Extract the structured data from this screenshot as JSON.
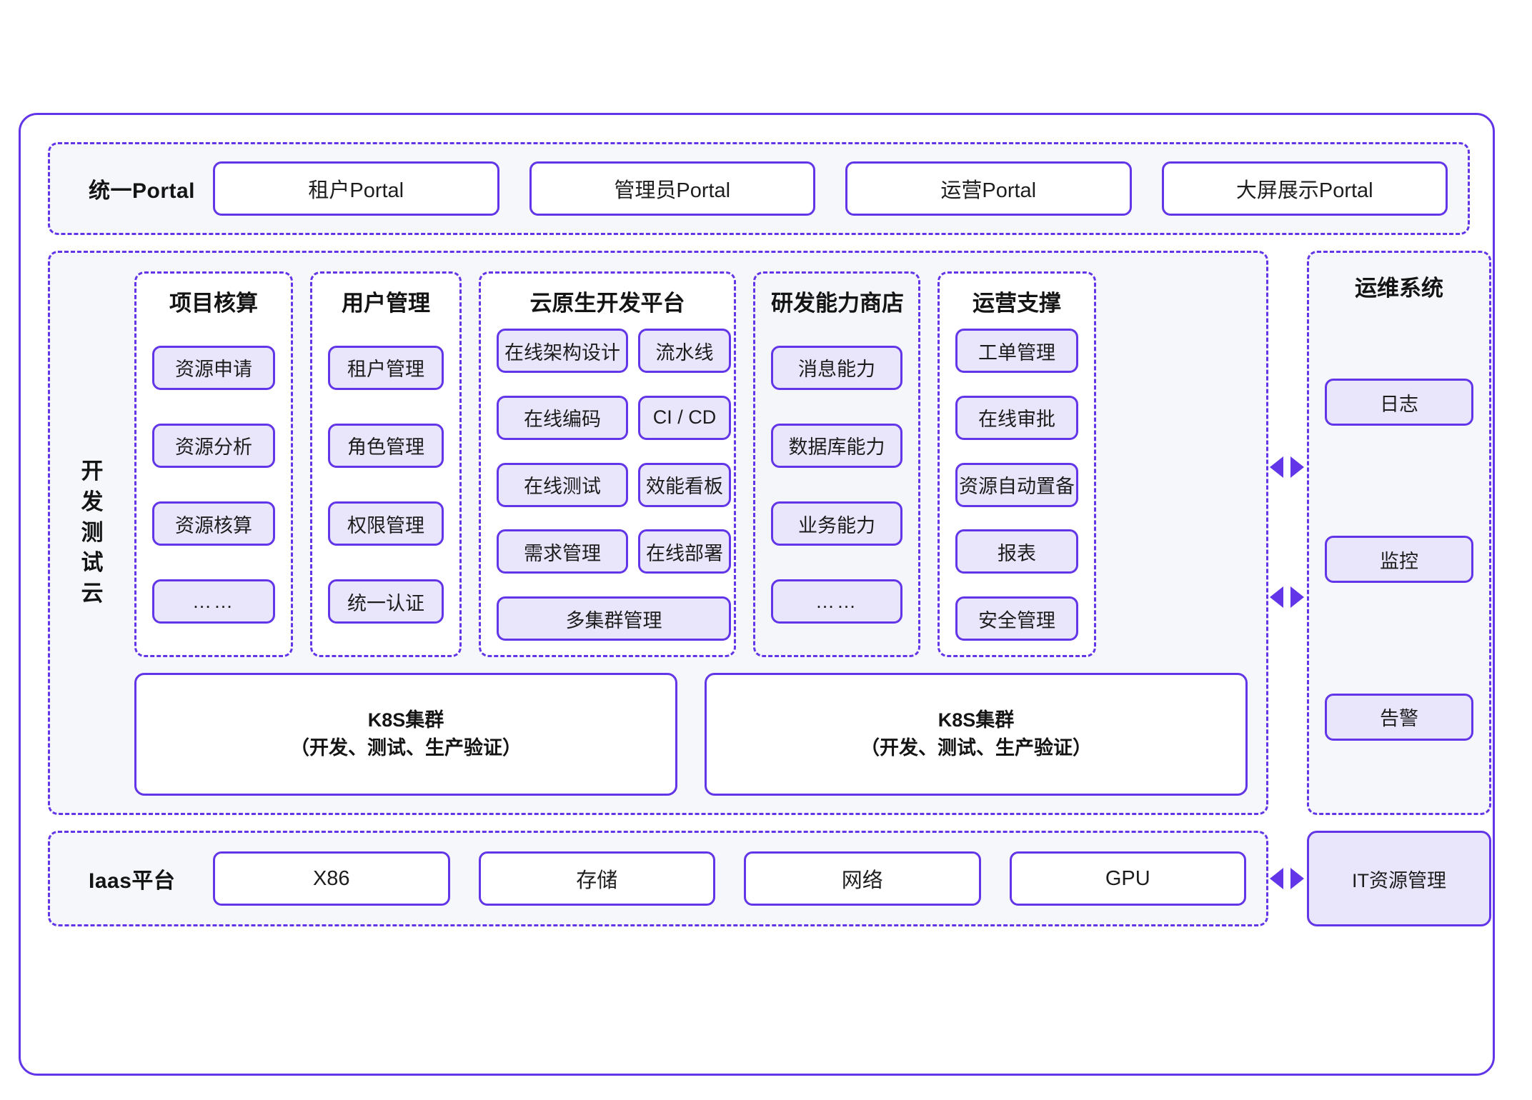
{
  "theme": {
    "accent": "#6236e8",
    "chip_fill": "#e9e5fb",
    "band_fill": "#f5f7fa",
    "panel_white": "#ffffff"
  },
  "portal": {
    "label": "统一Portal",
    "items": [
      {
        "label": "租户Portal"
      },
      {
        "label": "管理员Portal"
      },
      {
        "label": "运营Portal"
      },
      {
        "label": "大屏展示Portal"
      }
    ]
  },
  "devtest": {
    "side_label": "开发测试云",
    "groups": [
      {
        "title": "项目核算",
        "layout": "stack",
        "items": [
          "资源申请",
          "资源分析",
          "资源核算",
          "……"
        ]
      },
      {
        "title": "用户管理",
        "layout": "stack",
        "items": [
          "租户管理",
          "角色管理",
          "权限管理",
          "统一认证"
        ]
      },
      {
        "title": "云原生开发平台",
        "layout": "grid2",
        "items": [
          "在线架构设计",
          "流水线",
          "在线编码",
          "CI / CD",
          "在线测试",
          "效能看板",
          "需求管理",
          "在线部署",
          "多集群管理"
        ]
      },
      {
        "title": "研发能力商店",
        "layout": "stack",
        "tinted": true,
        "items": [
          "消息能力",
          "数据库能力",
          "业务能力",
          "……"
        ]
      },
      {
        "title": "运营支撑",
        "layout": "stack",
        "items": [
          "工单管理",
          "在线审批",
          "资源自动置备",
          "报表",
          "安全管理"
        ]
      }
    ],
    "clusters": [
      {
        "line1": "K8S集群",
        "line2": "（开发、测试、生产验证）"
      },
      {
        "line1": "K8S集群",
        "line2": "（开发、测试、生产验证）"
      }
    ]
  },
  "ops_system": {
    "title": "运维系统",
    "items": [
      "日志",
      "监控",
      "告警"
    ]
  },
  "iaas": {
    "label": "Iaas平台",
    "items": [
      "X86",
      "存储",
      "网络",
      "GPU"
    ],
    "it_resource": "IT资源管理"
  }
}
